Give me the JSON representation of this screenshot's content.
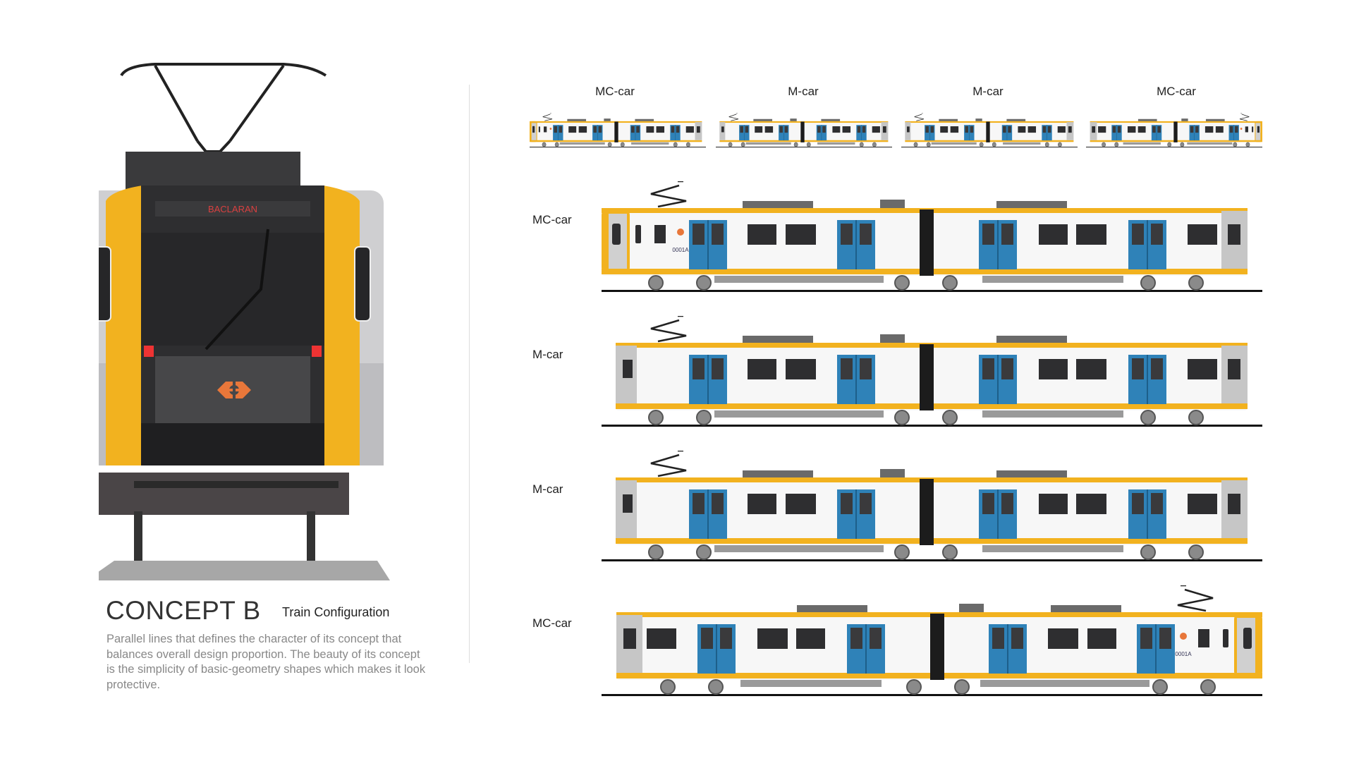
{
  "concept": {
    "title": "CONCEPT B",
    "subtitle": "Train Configuration",
    "description": "Parallel lines that defines the character of its concept that balances overall design proportion. The beauty of its concept is the simplicity of basic-geometry shapes which makes it look protective."
  },
  "front_view": {
    "destination": "BACLARAN"
  },
  "mini_configuration": [
    {
      "label": "MC-car",
      "type": "MC",
      "mirror": false
    },
    {
      "label": "M-car",
      "type": "M",
      "mirror": false
    },
    {
      "label": "M-car",
      "type": "M",
      "mirror": false
    },
    {
      "label": "MC-car",
      "type": "MC",
      "mirror": true
    }
  ],
  "side_views": [
    {
      "label": "MC-car",
      "type": "MC",
      "mirror": false,
      "car_number": "0001A"
    },
    {
      "label": "M-car",
      "type": "M",
      "mirror": false
    },
    {
      "label": "M-car",
      "type": "M",
      "mirror": false
    },
    {
      "label": "MC-car",
      "type": "MC",
      "mirror": true,
      "car_number": "0001A"
    }
  ],
  "colors": {
    "yellow": "#f2b21f",
    "door_blue": "#2f82b8",
    "dark": "#2e2e30",
    "logo_orange": "#e8773a",
    "display_red": "#d94040"
  }
}
